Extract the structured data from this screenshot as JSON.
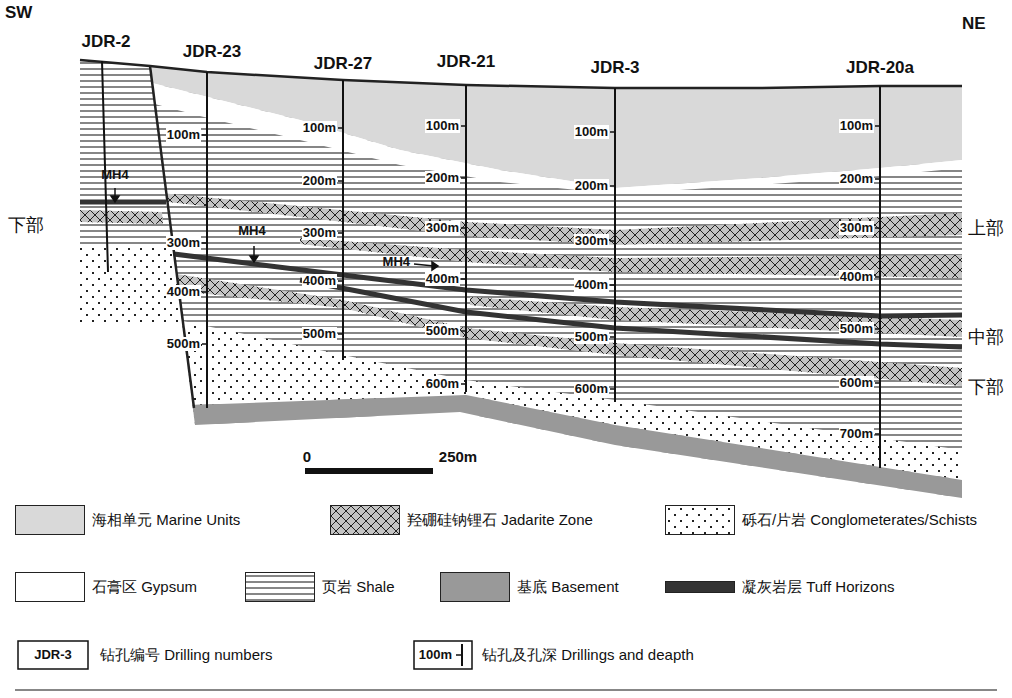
{
  "diagram": {
    "labels": [
      "SW",
      "NE",
      "JDR-2",
      "JDR-23",
      "JDR-27",
      "JDR-21",
      "JDR-3",
      "JDR-20a",
      "100m",
      "300m",
      "400m",
      "500m",
      "100m",
      "200m",
      "300m",
      "400m",
      "500m",
      "100m",
      "200m",
      "300m",
      "400m",
      "500m",
      "600m",
      "100m",
      "200m",
      "300m",
      "400m",
      "500m",
      "600m",
      "100m",
      "200m",
      "300m",
      "400m",
      "500m",
      "600m",
      "700m",
      "MH4",
      "MH4",
      "MH4",
      "下部",
      "上部",
      "中部",
      "下部",
      "0",
      "250m",
      "JDR-3",
      "100m"
    ],
    "legend": [
      {
        "text": "海相单元 Marine Units",
        "color": "#d9d9d9"
      },
      {
        "text": "羟硼硅钠锂石 Jadarite Zone"
      },
      {
        "text": "砾石/片岩 Conglometerates/Schists"
      },
      {
        "text": "石膏区 Gypsum",
        "color": "#ffffff"
      },
      {
        "text": "页岩 Shale"
      },
      {
        "text": "基底 Basement",
        "color": "#999999"
      },
      {
        "text": "凝灰岩层 Tuff Horizons",
        "color": "#333333"
      },
      {
        "text": "钻孔编号 Drilling numbers"
      },
      {
        "text": "钻孔及孔深 Drillings and deapth"
      }
    ]
  }
}
